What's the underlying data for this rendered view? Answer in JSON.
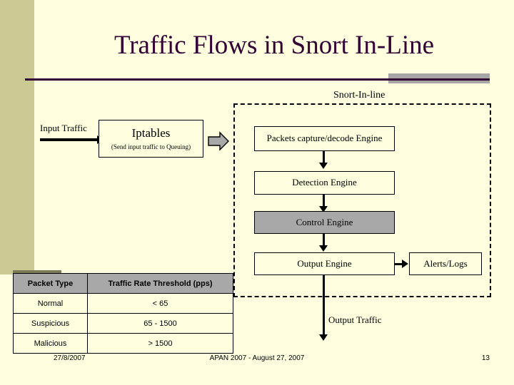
{
  "slide": {
    "title": "Traffic Flows in Snort In-Line",
    "group_label": "Snort-In-line"
  },
  "colors": {
    "background": "#ffffe0",
    "left_band": "#ccca94",
    "title_text": "#330033",
    "title_rule": "#330033",
    "title_bar_gray": "#a6a6a6",
    "box_border": "#000000",
    "highlight_fill": "#a8a8a8",
    "arrow": "#000000"
  },
  "diagram": {
    "input_label": "Input Traffic",
    "iptables": {
      "title": "Iptables",
      "subtitle": "(Send input traffic to Queuing)"
    },
    "boxes": [
      {
        "id": "capture",
        "label": "Packets capture/decode Engine",
        "filled": false
      },
      {
        "id": "detection",
        "label": "Detection Engine",
        "filled": false
      },
      {
        "id": "control",
        "label": "Control Engine",
        "filled": true
      },
      {
        "id": "output",
        "label": "Output Engine",
        "filled": false
      },
      {
        "id": "alerts",
        "label": "Alerts/Logs",
        "filled": false
      }
    ],
    "output_label": "Output Traffic"
  },
  "table": {
    "headers": [
      "Packet Type",
      "Traffic Rate Threshold (pps)"
    ],
    "rows": [
      [
        "Normal",
        "< 65"
      ],
      [
        "Suspicious",
        "65 - 1500"
      ],
      [
        "Malicious",
        "> 1500"
      ]
    ]
  },
  "footer": {
    "date": "27/8/2007",
    "center": "APAN 2007 - August 27, 2007",
    "page": "13"
  }
}
